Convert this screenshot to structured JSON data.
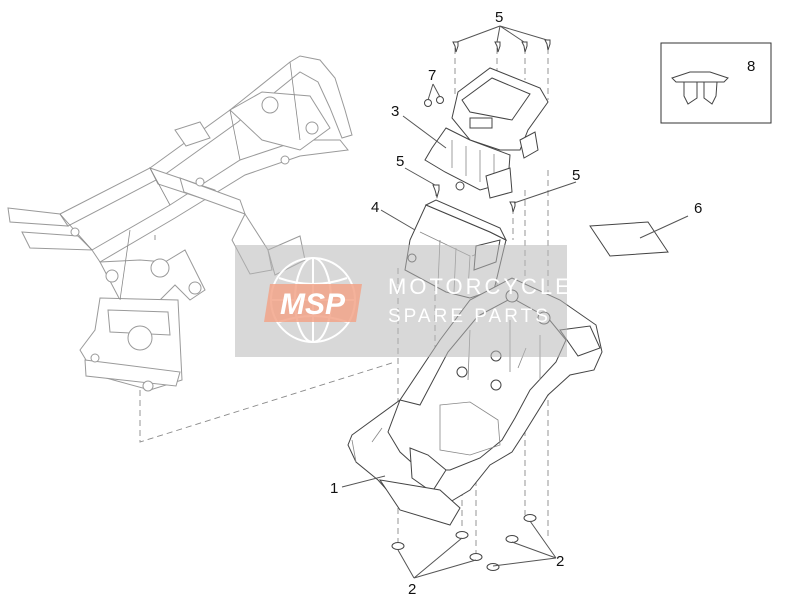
{
  "callouts": {
    "c1": "1",
    "c2a": "2",
    "c2b": "2",
    "c3": "3",
    "c4": "4",
    "c5a": "5",
    "c5b": "5",
    "c5c": "5",
    "c6": "6",
    "c7": "7",
    "c8": "8"
  },
  "watermark": {
    "logo": "MSP",
    "line1": "MOTORCYCLE",
    "line2": "SPARE PARTS"
  },
  "colors": {
    "watermark_band": "#b8b8b8",
    "logo_accent": "#f2a489"
  }
}
